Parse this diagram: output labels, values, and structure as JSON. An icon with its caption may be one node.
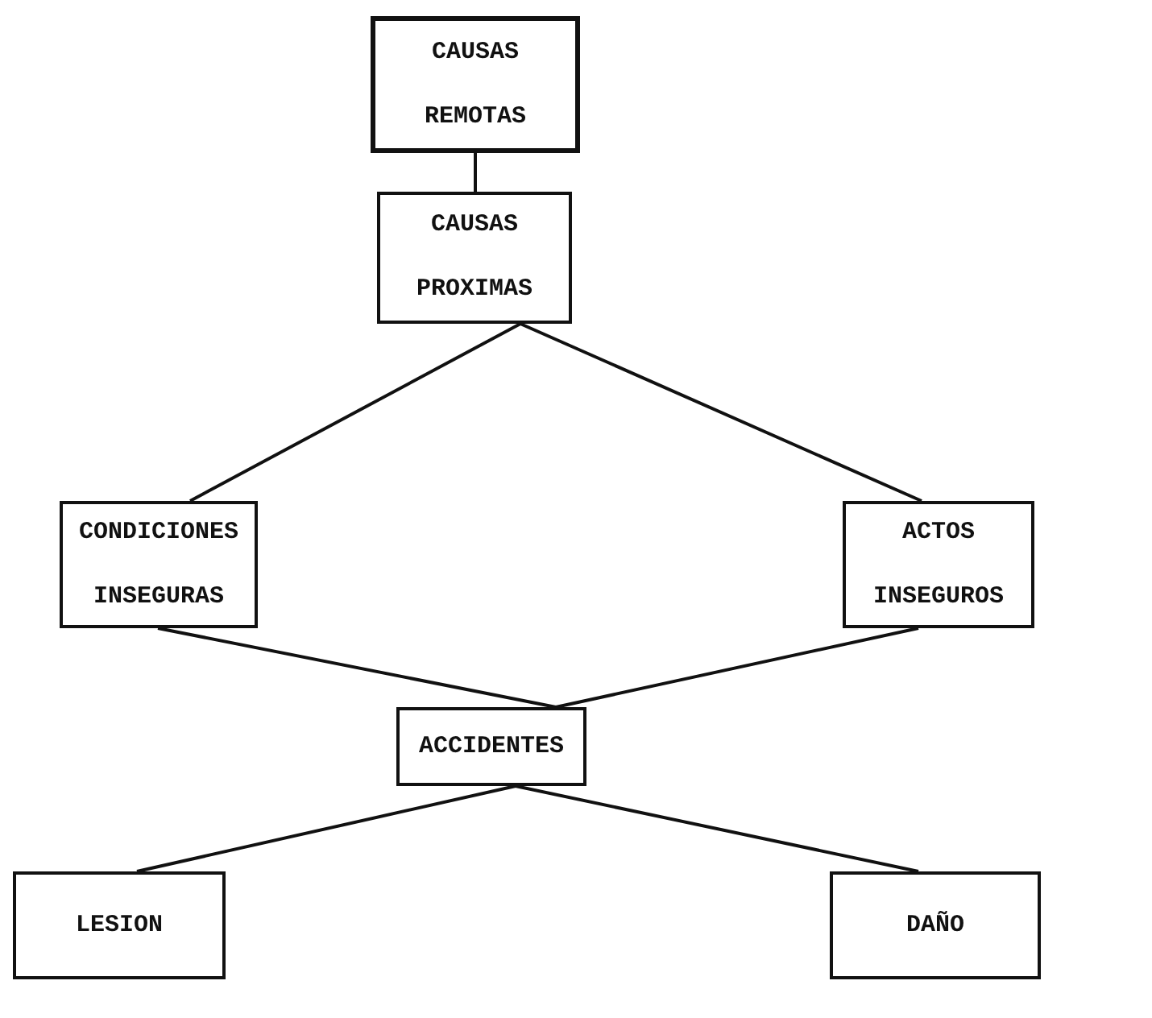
{
  "diagram": {
    "nodes": [
      {
        "text": [
          "CAUSAS REMOTAS"
        ]
      },
      {
        "text": [
          "CAUSAS PROXIMAS"
        ]
      },
      {
        "text": [
          "CONDICIONES INSEGURAS"
        ]
      },
      {
        "text": [
          "ACTOS INSEGUROS"
        ]
      },
      {
        "text": [
          "ACCIDENTES"
        ]
      },
      {
        "text": [
          "LESION"
        ]
      },
      {
        "text": [
          "DAÑO"
        ]
      }
    ],
    "edges": [
      {
        "from": 0,
        "to": 1,
        "arrow": "none"
      },
      {
        "from": 1,
        "to": 2,
        "arrow": "none"
      },
      {
        "from": 1,
        "to": 3,
        "arrow": "none"
      },
      {
        "from": 2,
        "to": 4,
        "arrow": "none"
      },
      {
        "from": 3,
        "to": 4,
        "arrow": "none"
      },
      {
        "from": 4,
        "to": 5,
        "arrow": "none"
      },
      {
        "from": 4,
        "to": 6,
        "arrow": "none"
      }
    ]
  }
}
